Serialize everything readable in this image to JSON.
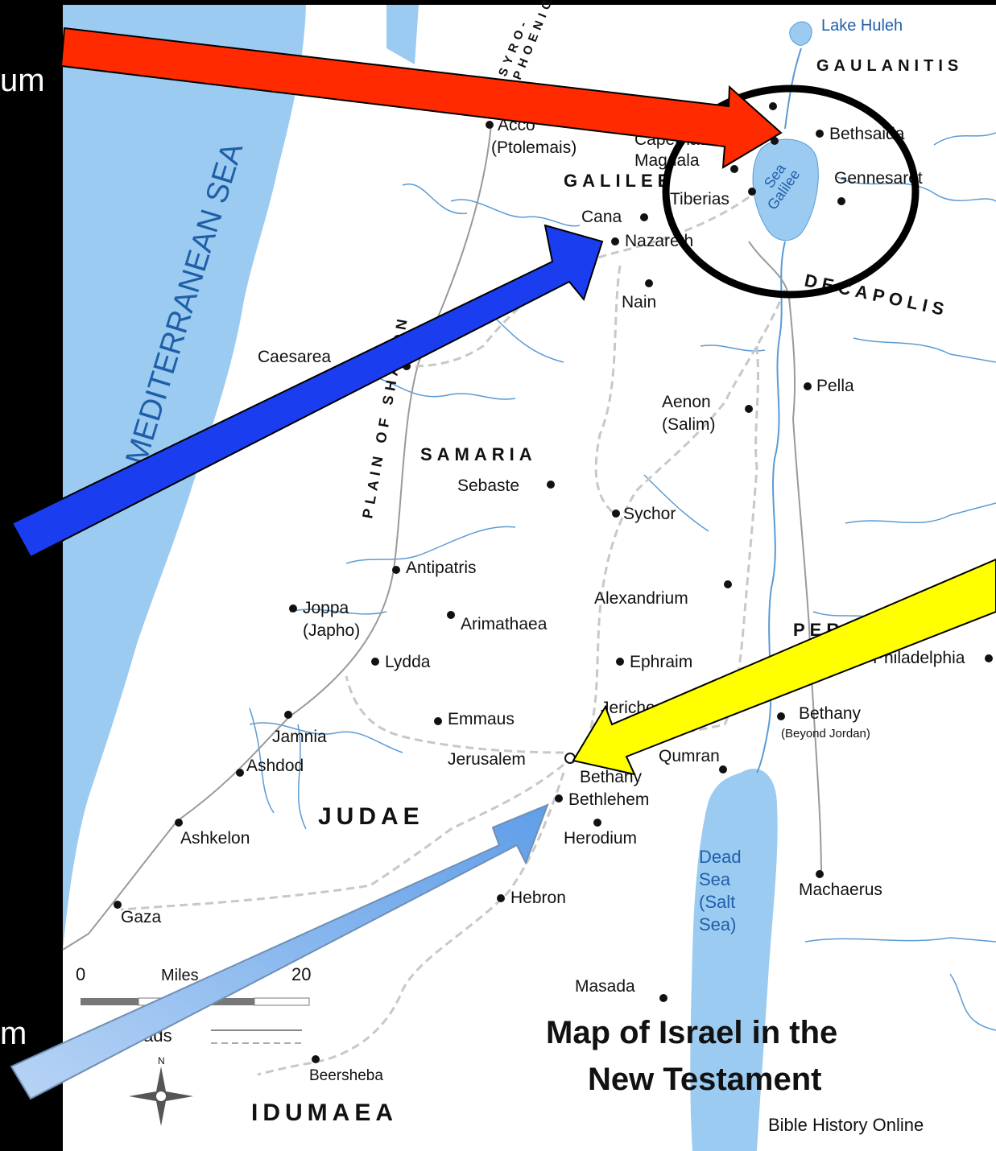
{
  "slide": {
    "fragment_top": "um",
    "fragment_bottom": "m"
  },
  "map": {
    "title_line1": "Map of Israel in the",
    "title_line2": "New Testament",
    "credit": "Bible History Online",
    "water": {
      "mediterranean": "MEDITERRANEAN SEA",
      "lake_huleh": "Lake Huleh",
      "sea_galilee_1": "Sea",
      "sea_galilee_2": "Galilee",
      "dead_sea_1": "Dead",
      "dead_sea_2": "Sea",
      "dead_sea_3": "(Salt",
      "dead_sea_4": "Sea)"
    },
    "regions": {
      "gaulanitis": "GAULANITIS",
      "galilee": "GALILEE",
      "samaria": "SAMARIA",
      "decapolis": "DECAPOLIS",
      "perea": "PERA",
      "judaea": "JUDAE",
      "idumaea": "IDUMAEA",
      "syro_1": "SYRO-",
      "syro_2": "PHOENICIA",
      "plain": "PLAIN OF SHARON"
    },
    "places": {
      "acco_1": "Acco",
      "acco_2": "(Ptolemais)",
      "capernaum": "Capernaum",
      "magdala": "Magdala",
      "bethsaida": "Bethsaida",
      "gennesaret": "Gennesaret",
      "tiberias": "Tiberias",
      "cana": "Cana",
      "nazareth": "Nazareth",
      "nain": "Nain",
      "caesarea": "Caesarea",
      "pella": "Pella",
      "aenon_1": "Aenon",
      "aenon_2": "(Salim)",
      "sebaste": "Sebaste",
      "sychor": "Sychor",
      "antipatris": "Antipatris",
      "alexandrium": "Alexandrium",
      "joppa_1": "Joppa",
      "joppa_2": "(Japho)",
      "arimathaea": "Arimathaea",
      "lydda": "Lydda",
      "ephraim": "Ephraim",
      "philadelphia": "Philadelphia",
      "emmaus": "Emmaus",
      "jericho": "Jericho",
      "bethany_beyond_1": "Bethany",
      "bethany_beyond_2": "(Beyond Jordan)",
      "jamnia": "Jamnia",
      "ashdod": "Ashdod",
      "jerusalem": "Jerusalem",
      "qumran": "Qumran",
      "bethany": "Bethany",
      "bethlehem": "Bethlehem",
      "ashkelon": "Ashkelon",
      "herodium": "Herodium",
      "machaerus": "Machaerus",
      "gaza": "Gaza",
      "hebron": "Hebron",
      "masada": "Masada",
      "beersheba": "Beersheba"
    },
    "legend": {
      "scale_zero": "0",
      "scale_twenty": "20",
      "scale_unit": "Miles",
      "roads": "Roads",
      "compass_n": "N"
    }
  }
}
